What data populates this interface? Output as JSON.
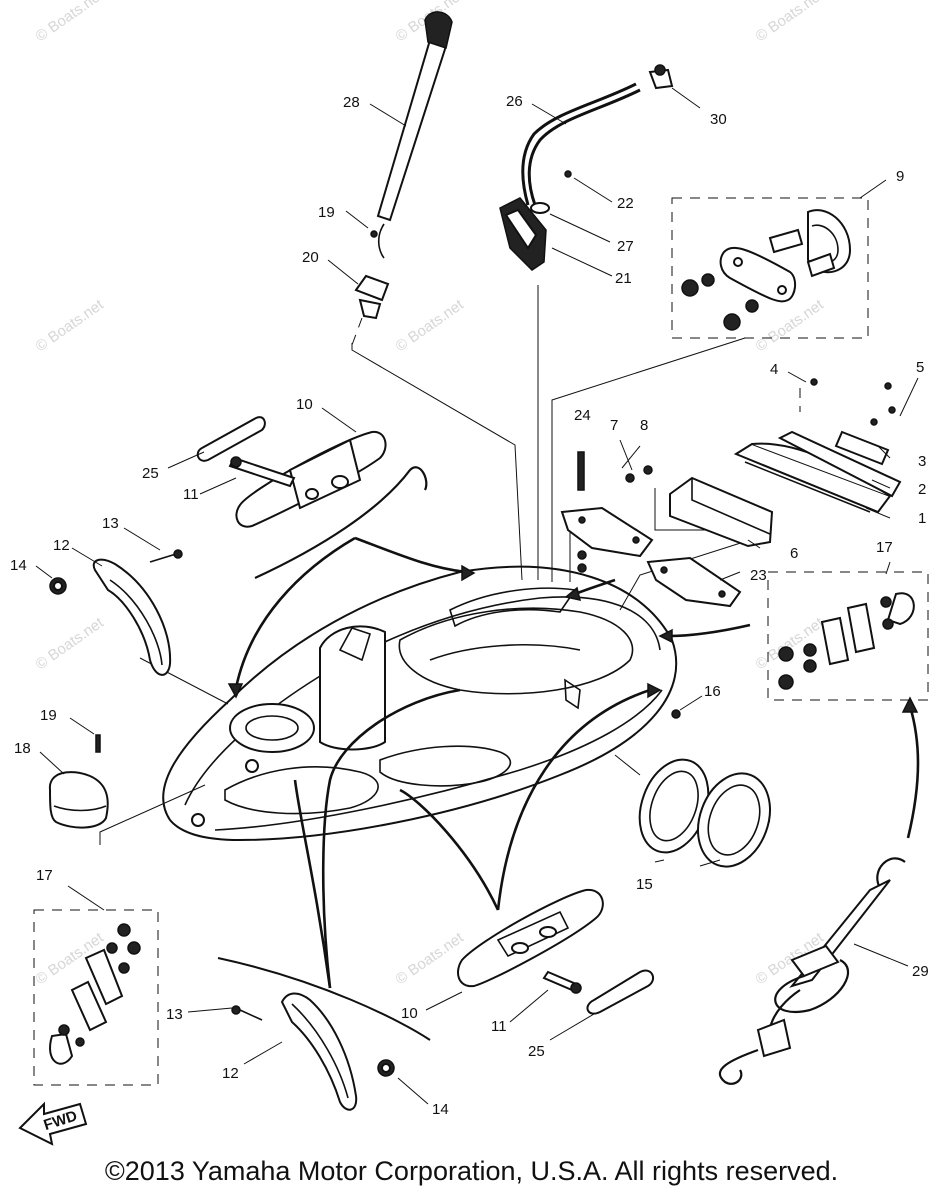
{
  "watermark": "© Boats.net",
  "fwd_label": "FWD",
  "callouts": [
    "1",
    "2",
    "3",
    "4",
    "5",
    "6",
    "7",
    "8",
    "9",
    "10",
    "10",
    "11",
    "11",
    "12",
    "12",
    "13",
    "13",
    "14",
    "14",
    "15",
    "16",
    "17",
    "17",
    "18",
    "19",
    "19",
    "20",
    "21",
    "22",
    "23",
    "24",
    "25",
    "25",
    "26",
    "27",
    "28",
    "29",
    "30"
  ],
  "copyright": "©2013 Yamaha Motor Corporation, U.S.A. All rights reserved."
}
